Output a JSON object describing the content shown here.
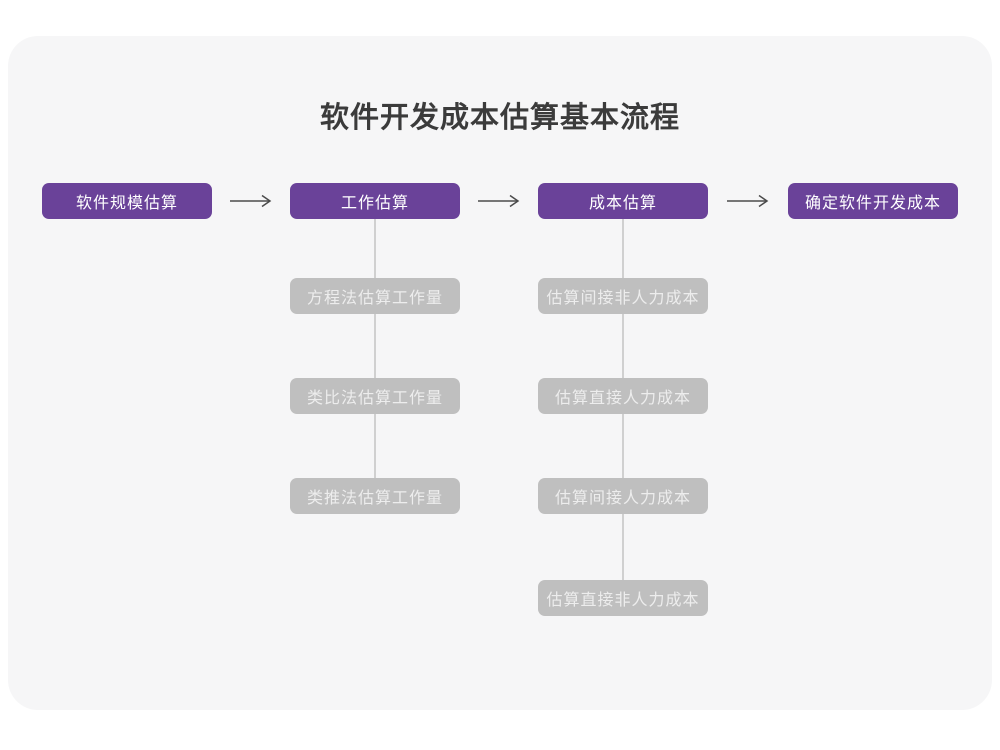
{
  "page": {
    "title": "软件开发成本估算基本流程"
  },
  "colors": {
    "card_bg": "#f6f6f7",
    "primary_purple": "#6a4299",
    "secondary_gray": "#bfbfbf",
    "connector_gray": "#d0d0d0",
    "arrow_dark": "#4b4b4b",
    "title_text": "#3b3b3b"
  },
  "flow": {
    "main_steps": [
      {
        "label": "软件规模估算"
      },
      {
        "label": "工作估算"
      },
      {
        "label": "成本估算"
      },
      {
        "label": "确定软件开发成本"
      }
    ],
    "work_estimation_methods": [
      {
        "label": "方程法估算工作量"
      },
      {
        "label": "类比法估算工作量"
      },
      {
        "label": "类推法估算工作量"
      }
    ],
    "cost_estimation_methods": [
      {
        "label": "估算间接非人力成本"
      },
      {
        "label": "估算直接人力成本"
      },
      {
        "label": "估算间接人力成本"
      },
      {
        "label": "估算直接非人力成本"
      }
    ]
  }
}
